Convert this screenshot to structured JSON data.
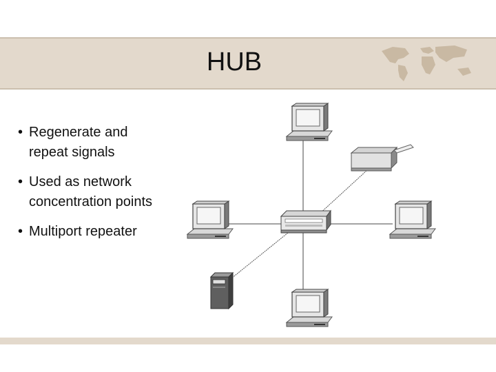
{
  "slide": {
    "title": "HUB",
    "bullets": [
      "Regenerate and repeat signals",
      "Used as network concentration points",
      "Multiport repeater"
    ]
  },
  "diagram": {
    "center_device": "hub-icon",
    "nodes": [
      "computer-icon",
      "computer-icon",
      "computer-icon",
      "computer-icon",
      "printer-icon",
      "server-tower-icon"
    ]
  },
  "colors": {
    "band": "#e3d9cc",
    "device_face": "#e9e9e9",
    "device_dark": "#5a5a5a",
    "screen": "#f4f4f4"
  }
}
